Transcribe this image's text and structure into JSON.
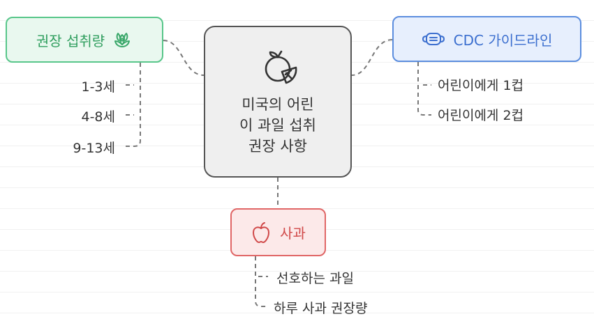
{
  "center": {
    "title_line1": "미국의 어린",
    "title_line2": "이 과일 섭취",
    "title_line3": "권장 사항",
    "icon": "citrus-fruit-icon"
  },
  "left_branch": {
    "label": "권장 섭취량",
    "icon": "succulent-icon",
    "color": "#58c68a",
    "items": [
      "1-3세",
      "4-8세",
      "9-13세"
    ]
  },
  "right_branch": {
    "label": "CDC 가이드라인",
    "icon": "face-mask-icon",
    "color": "#5b8dde",
    "items": [
      "어린이에게 1컵",
      "어린이에게 2컵"
    ]
  },
  "bottom_branch": {
    "label": "사과",
    "icon": "apple-icon",
    "color": "#e06666",
    "items": [
      "선호하는 과일",
      "하루 사과 권장량"
    ]
  }
}
